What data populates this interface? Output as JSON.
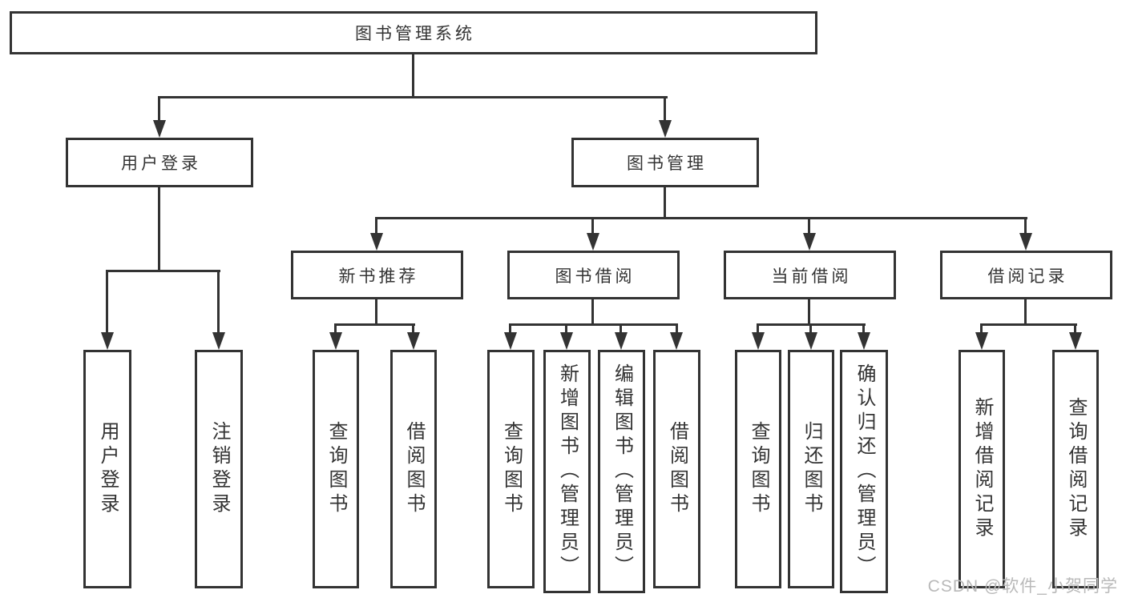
{
  "diagram": {
    "root": {
      "label": "图书管理系统"
    },
    "level2": [
      {
        "label": "用户登录"
      },
      {
        "label": "图书管理"
      }
    ],
    "level3": [
      {
        "label": "新书推荐"
      },
      {
        "label": "图书借阅"
      },
      {
        "label": "当前借阅"
      },
      {
        "label": "借阅记录"
      }
    ],
    "leaves": {
      "user_login": [
        {
          "label": "用户登录"
        },
        {
          "label": "注销登录"
        }
      ],
      "new_book": [
        {
          "label": "查询图书"
        },
        {
          "label": "借阅图书"
        }
      ],
      "book_borrow": [
        {
          "label": "查询图书"
        },
        {
          "label": "新增图书（管理员）"
        },
        {
          "label": "编辑图书（管理员）"
        },
        {
          "label": "借阅图书"
        }
      ],
      "current_borrow": [
        {
          "label": "查询图书"
        },
        {
          "label": "归还图书"
        },
        {
          "label": "确认归还（管理员）"
        }
      ],
      "borrow_record": [
        {
          "label": "新增借阅记录"
        },
        {
          "label": "查询借阅记录"
        }
      ]
    }
  },
  "watermark": {
    "text": "CSDN @软件_小贺同学"
  },
  "colors": {
    "line": "#333333",
    "box_border": "#333333",
    "text": "#333333",
    "watermark": "#b9b9b9",
    "background": "#ffffff"
  }
}
